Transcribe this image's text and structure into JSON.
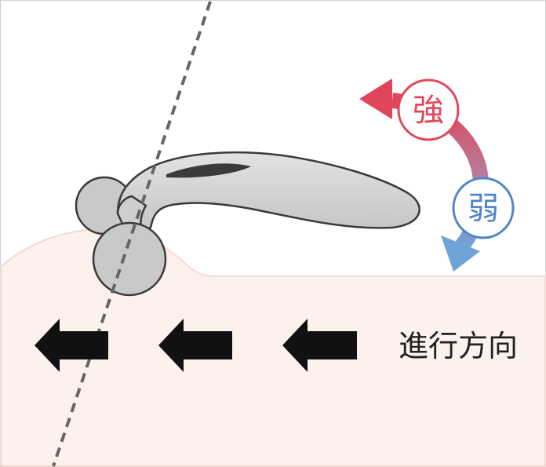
{
  "labels": {
    "strong": "強",
    "weak": "弱",
    "direction": "進行方向"
  },
  "colors": {
    "strong": "#E0465A",
    "weak": "#4F86C9",
    "skin": "#FDF1EE",
    "skin_edge": "#F3D9D3",
    "roller_gray": "#C9C9C9",
    "handle_gray": "#D6D6D6",
    "outline": "#3A3A3A",
    "arrow_black": "#111111",
    "dashed_line": "#666666",
    "frame": "#D0D0D0"
  },
  "icons": {
    "arrows": [
      "left-arrow-icon",
      "left-arrow-icon",
      "left-arrow-icon"
    ],
    "device": "facial-roller-icon"
  }
}
